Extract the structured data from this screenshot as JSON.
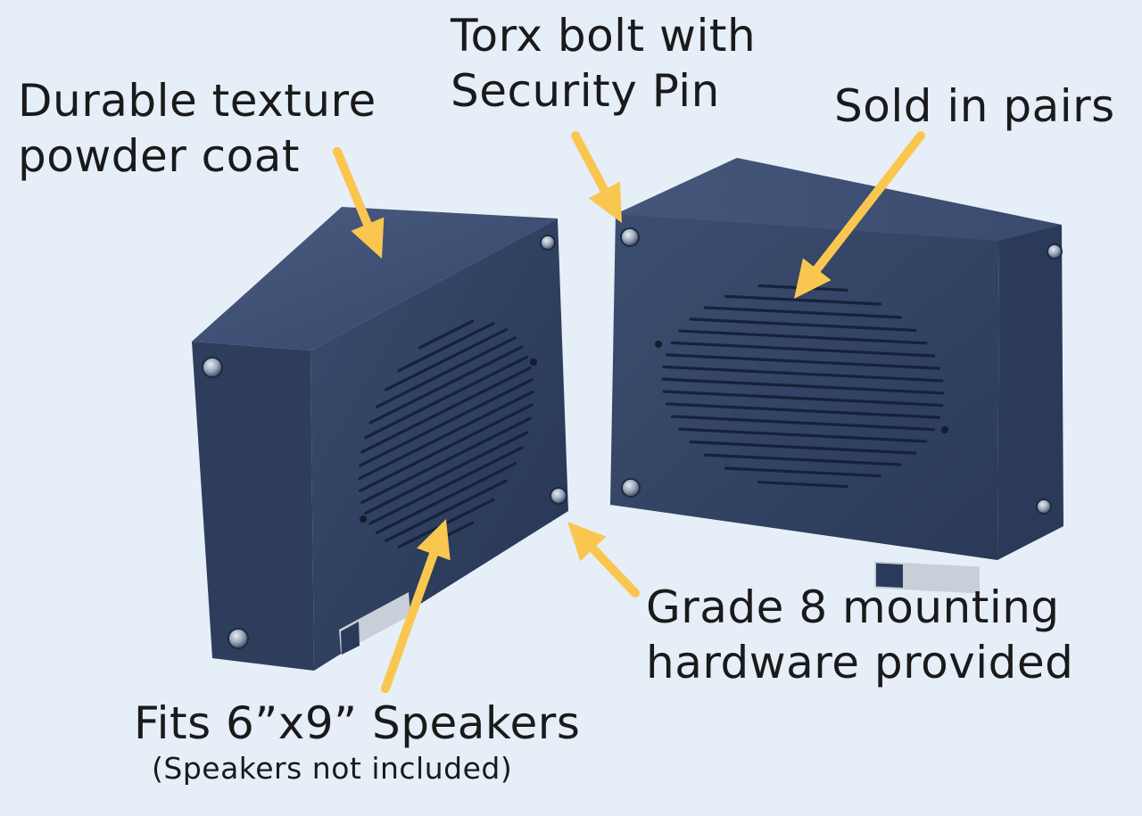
{
  "callouts": {
    "powder_coat": {
      "line1": "Durable texture",
      "line2": "powder coat"
    },
    "torx_bolt": {
      "line1": "Torx bolt with",
      "line2": "Security Pin"
    },
    "pairs": {
      "text": "Sold in pairs"
    },
    "hardware": {
      "line1": "Grade 8 mounting",
      "line2": "hardware provided"
    },
    "speakers": {
      "line1": "Fits 6”x9” Speakers",
      "line2": "(Speakers not included)"
    }
  },
  "colors": {
    "background": "#e6eef8",
    "arrow": "#f9c74f",
    "enclosure_front": "#2f3f5e",
    "enclosure_top": "#3b4c6c",
    "enclosure_side": "#34456a",
    "grille_slot": "#16213a"
  }
}
